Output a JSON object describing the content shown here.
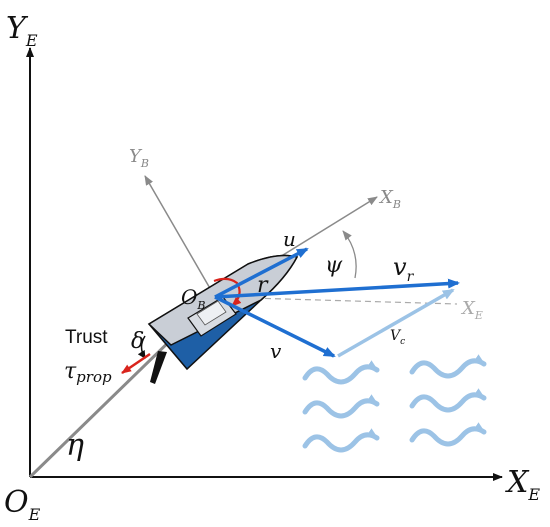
{
  "labels": {
    "earth_y": "Y",
    "earth_y_sub": "E",
    "earth_x": "X",
    "earth_x_sub": "E",
    "origin": "O",
    "origin_sub": "E",
    "body_y": "Y",
    "body_y_sub": "B",
    "body_x": "X",
    "body_x_sub": "B",
    "body_origin": "O",
    "body_origin_sub": "B",
    "surge": "u",
    "sway": "v",
    "yaw_rate": "r",
    "heading": "ψ",
    "rel_velocity": "v",
    "rel_velocity_sub": "r",
    "ref_x": "X",
    "ref_x_sub": "E",
    "current": "V",
    "current_sub": "c",
    "rudder": "δ",
    "thrust_title": "Trust",
    "thrust_symbol": "τ",
    "thrust_sub": "prop",
    "position": "η"
  },
  "colors": {
    "axis": "#111111",
    "body_axis": "#8a8a8a",
    "velocity": "#1f6fd1",
    "current": "#9cc3e6",
    "yaw": "#d9241c",
    "hull": "#1e5fa6",
    "deck": "#c9ced6"
  }
}
